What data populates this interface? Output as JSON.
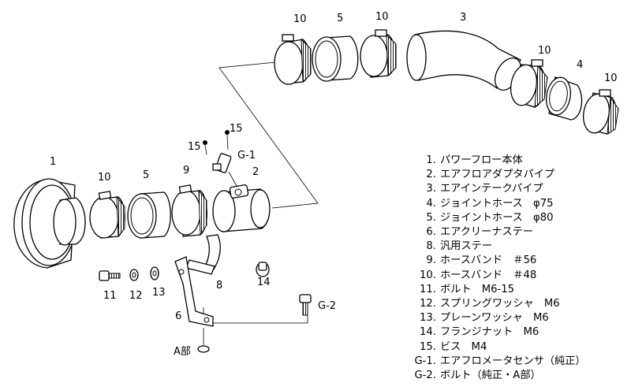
{
  "callouts": {
    "c1": "1",
    "c2": "2",
    "c3": "3",
    "c4": "4",
    "c5a": "5",
    "c5b": "5",
    "c6": "6",
    "c8": "8",
    "c9": "9",
    "c10a": "10",
    "c10b": "10",
    "c10c": "10",
    "c10d": "10",
    "c10e": "10",
    "c11": "11",
    "c12": "12",
    "c13": "13",
    "c14": "14",
    "c15a": "15",
    "c15b": "15",
    "cg1": "G-1",
    "cg2": "G-2",
    "cApart": "A部"
  },
  "parts_list": [
    {
      "no": "1.",
      "name": "パワーフロー本体"
    },
    {
      "no": "2.",
      "name": "エアフロアダプタパイプ"
    },
    {
      "no": "3.",
      "name": "エアインテークパイプ"
    },
    {
      "no": "4.",
      "name": "ジョイントホース　φ75"
    },
    {
      "no": "5.",
      "name": "ジョイントホース　φ80"
    },
    {
      "no": "6.",
      "name": "エアクリーナステー"
    },
    {
      "no": "8.",
      "name": "汎用ステー"
    },
    {
      "no": "9.",
      "name": "ホースバンド　＃56"
    },
    {
      "no": "10.",
      "name": "ホースバンド　＃48"
    },
    {
      "no": "11.",
      "name": "ボルト　M6-15"
    },
    {
      "no": "12.",
      "name": "スプリングワッシャ　M6"
    },
    {
      "no": "13.",
      "name": "プレーンワッシャ　M6"
    },
    {
      "no": "14.",
      "name": "フランジナット　M6"
    },
    {
      "no": "15.",
      "name": "ビス　M4"
    },
    {
      "no": "G-1.",
      "name": "エアフロメータセンサ（純正）"
    },
    {
      "no": "G-2.",
      "name": "ボルト（純正・A部）"
    }
  ]
}
